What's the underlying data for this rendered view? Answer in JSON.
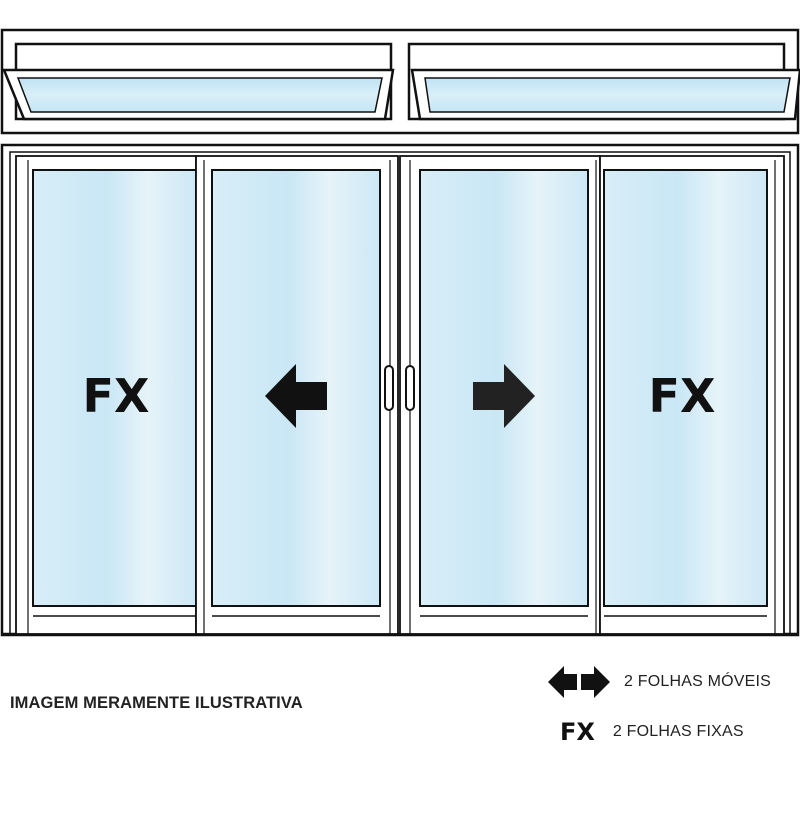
{
  "diagram": {
    "panel_labels": {
      "left_fixed": "FX",
      "right_fixed": "FX"
    },
    "panels": [
      {
        "type": "fixed"
      },
      {
        "type": "mobile",
        "direction": "left"
      },
      {
        "type": "mobile",
        "direction": "right"
      },
      {
        "type": "fixed"
      }
    ],
    "top_windows": 2,
    "colors": {
      "glass": "#cfe9f6",
      "glass_light": "#eaf5fb",
      "frame": "#ffffff",
      "outline": "#111111",
      "arrow": "#111111"
    }
  },
  "caption": "IMAGEM MERAMENTE ILUSTRATIVA",
  "legend": {
    "mobile_text": "2 FOLHAS MÓVEIS",
    "fixed_symbol": "FX",
    "fixed_text": "2 FOLHAS FIXAS"
  }
}
